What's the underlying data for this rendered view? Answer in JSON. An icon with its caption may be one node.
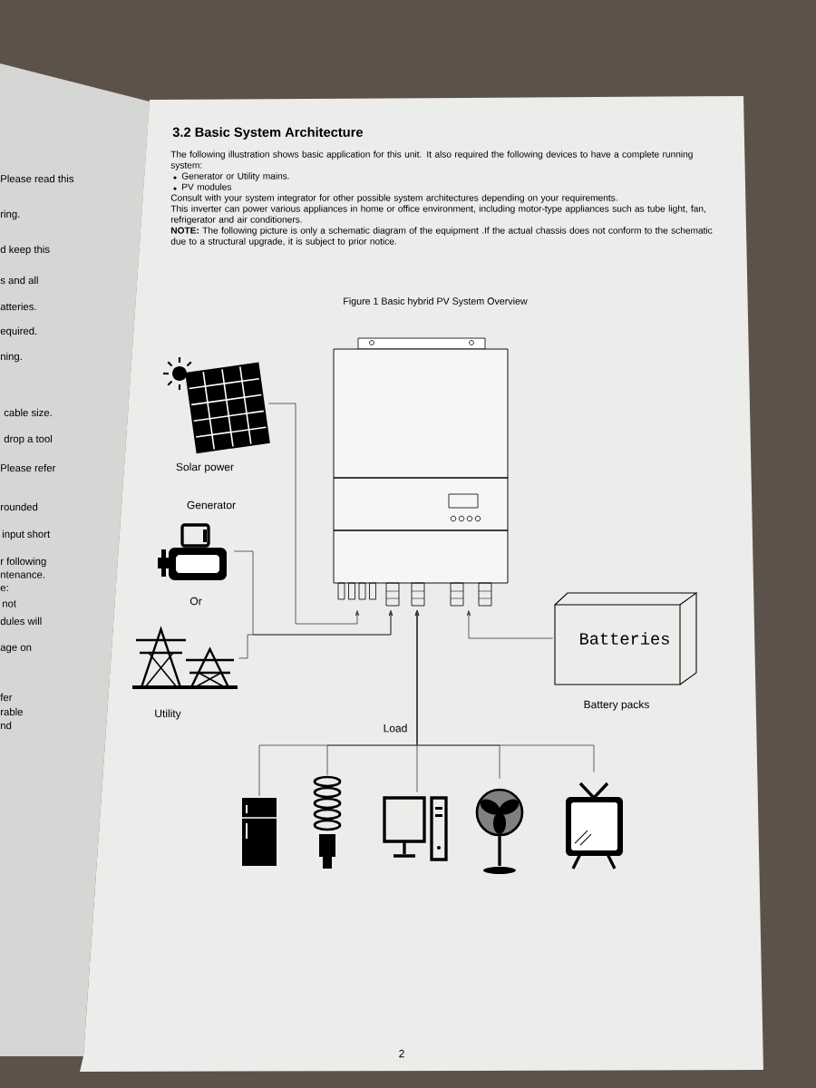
{
  "diagram": {
    "title": "3.2 Basic System Architecture",
    "caption": "Figure 1 Basic hybrid PV System Overview",
    "nodes": [
      {
        "text": [],
        "shape": "picture",
        "beside": [
          "Solar power"
        ]
      },
      {
        "text": [],
        "shape": "picture",
        "beside": [
          "Generator"
        ]
      },
      {
        "text": [],
        "shape": "picture",
        "beside": [
          "Utility"
        ]
      },
      {
        "text": [],
        "shape": "picture"
      },
      {
        "text": [
          "Batteries"
        ],
        "beside": [
          "Battery packs"
        ]
      },
      {
        "text": [],
        "shape": "picture"
      },
      {
        "text": [],
        "shape": "picture"
      },
      {
        "text": [],
        "shape": "picture"
      },
      {
        "text": [],
        "shape": "picture"
      },
      {
        "text": [],
        "shape": "picture"
      }
    ],
    "edges": [
      {
        "from": 0,
        "to": 3,
        "arrow": "to"
      },
      {
        "from": 1,
        "to": 3,
        "arrow": "to"
      },
      {
        "from": 2,
        "to": 3,
        "arrow": "to"
      },
      {
        "from": 4,
        "to": 3,
        "arrow": "to"
      },
      {
        "from": 5,
        "to": 3,
        "arrow": "to"
      },
      {
        "from": 6,
        "to": 3,
        "arrow": "to"
      },
      {
        "from": 7,
        "to": 3,
        "arrow": "to"
      },
      {
        "from": 8,
        "to": 3,
        "arrow": "to"
      },
      {
        "from": 9,
        "to": 3,
        "arrow": "to"
      }
    ],
    "labels": [
      "The following illustration shows basic application for this unit. It also required the following devices to have a complete running system:",
      "Generator or Utility mains.",
      "PV modules",
      "Consult with your system integrator for other possible system architectures depending on your requirements.",
      "This inverter can power various appliances in home or office environment, including motor-type appliances such as tube light, fan, refrigerator and air conditioners.",
      "**NOTE:** The following picture is only a schematic diagram of the equipment .If the actual chassis does not conform to the schematic due to a structural upgrade, it is subject to prior notice.",
      "Or",
      "Load",
      "2",
      "Please read this",
      "ring.",
      "d keep this",
      "s and all",
      "atteries.",
      "equired.",
      "ning.",
      "cable size.",
      "drop a tool",
      "Please refer",
      "rounded",
      "input short",
      "r following",
      "ntenance.",
      "e:",
      "not",
      "dules will",
      "age on",
      "fer",
      "rable",
      "nd"
    ]
  }
}
